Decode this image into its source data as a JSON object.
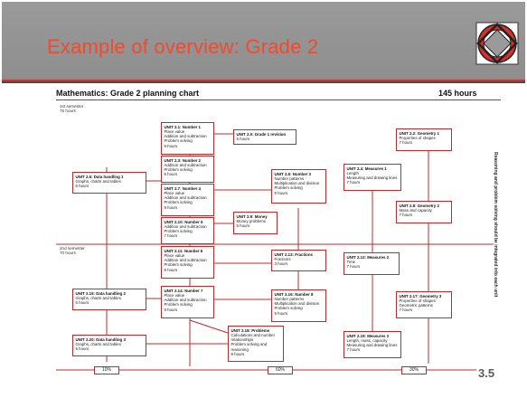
{
  "slide": {
    "title": "Example of overview: Grade 2",
    "number": "3.5",
    "logo_icon": "diamond-in-circle-logo-icon",
    "accent_color": "#f24a2c",
    "border_color": "#c62828"
  },
  "chart": {
    "title": "Mathematics: Grade 2 planning chart",
    "hours": "145 hours",
    "semester1": {
      "name": "1st semester",
      "hours": "75 hours"
    },
    "semester2": {
      "name": "2nd semester",
      "hours": "70 hours"
    },
    "side_note": "Reasoning and problem solving should be integrated into each unit",
    "percentages": [
      "10%",
      "60%",
      "30%"
    ]
  },
  "units": {
    "u20": {
      "title": "UNIT 2.0: Grade 1 revision",
      "lines": [
        "5 hours"
      ]
    },
    "u21": {
      "title": "UNIT 2.1: Number 1",
      "lines": [
        "Place value",
        "Addition and subtraction",
        "Problem solving",
        "9 hours"
      ]
    },
    "u22": {
      "title": "UNIT 2.2: Geometry 1",
      "lines": [
        "Properties of shapes",
        "7 hours"
      ]
    },
    "u23": {
      "title": "UNIT 2.3: Number 2",
      "lines": [
        "Addition and subtraction",
        "Problem solving",
        "5 hours"
      ]
    },
    "u24": {
      "title": "UNIT 2.4: Measures 1",
      "lines": [
        "Length",
        "Measuring and drawing lines",
        "7 hours"
      ]
    },
    "u25": {
      "title": "UNIT 2.5: Number 3",
      "lines": [
        "Number patterns",
        "Multiplication and division",
        "Problem solving",
        "9 hours"
      ]
    },
    "u26": {
      "title": "UNIT 2.6: Data handling 1",
      "lines": [
        "Graphs, charts and tables",
        "5 hours"
      ]
    },
    "u27": {
      "title": "UNIT 2.7: Number 4",
      "lines": [
        "Place value",
        "Addition and subtraction",
        "Problem solving",
        "9 hours"
      ]
    },
    "u28": {
      "title": "UNIT 2.8: Geometry 2",
      "lines": [
        "Mass and capacity",
        "7 hours"
      ]
    },
    "u29": {
      "title": "UNIT 2.9: Money",
      "lines": [
        "Money problems",
        "5 hours"
      ]
    },
    "u210": {
      "title": "UNIT 2.10: Number 5",
      "lines": [
        "Addition and subtraction",
        "Problem solving",
        "7 hours"
      ]
    },
    "u211": {
      "title": "UNIT 2.11: Number 6",
      "lines": [
        "Place value",
        "Addition and subtraction",
        "Problem solving",
        "9 hours"
      ]
    },
    "u212": {
      "title": "UNIT 2.12: Measures 2",
      "lines": [
        "Time",
        "7 hours"
      ]
    },
    "u213": {
      "title": "UNIT 2.13: Fractions",
      "lines": [
        "Fractions",
        "3 hours"
      ]
    },
    "u214": {
      "title": "UNIT 2.14: Number 7",
      "lines": [
        "Place value",
        "Addition and subtraction",
        "Problem solving",
        "9 hours"
      ]
    },
    "u215": {
      "title": "UNIT 2.15: Data handling 2",
      "lines": [
        "Graphs, charts and tables",
        "5 hours"
      ]
    },
    "u216": {
      "title": "UNIT 2.16: Number 8",
      "lines": [
        "Number patterns",
        "Multiplication and division",
        "Problem solving",
        "9 hours"
      ]
    },
    "u217": {
      "title": "UNIT 2.17: Geometry 3",
      "lines": [
        "Properties of shapes",
        "Geometric patterns",
        "7 hours"
      ]
    },
    "u218": {
      "title": "UNIT 2.18: Problems",
      "lines": [
        "Calculations and number",
        "relationships",
        "Problem solving and",
        "reasoning",
        "9 hours"
      ]
    },
    "u219": {
      "title": "UNIT 2.19: Measures 3",
      "lines": [
        "Length, mass, capacity",
        "Measuring and drawing lines",
        "7 hours"
      ]
    },
    "u220": {
      "title": "UNIT 2.20: Data handling 3",
      "lines": [
        "Graphs, charts and tables",
        "5 hours"
      ]
    }
  }
}
